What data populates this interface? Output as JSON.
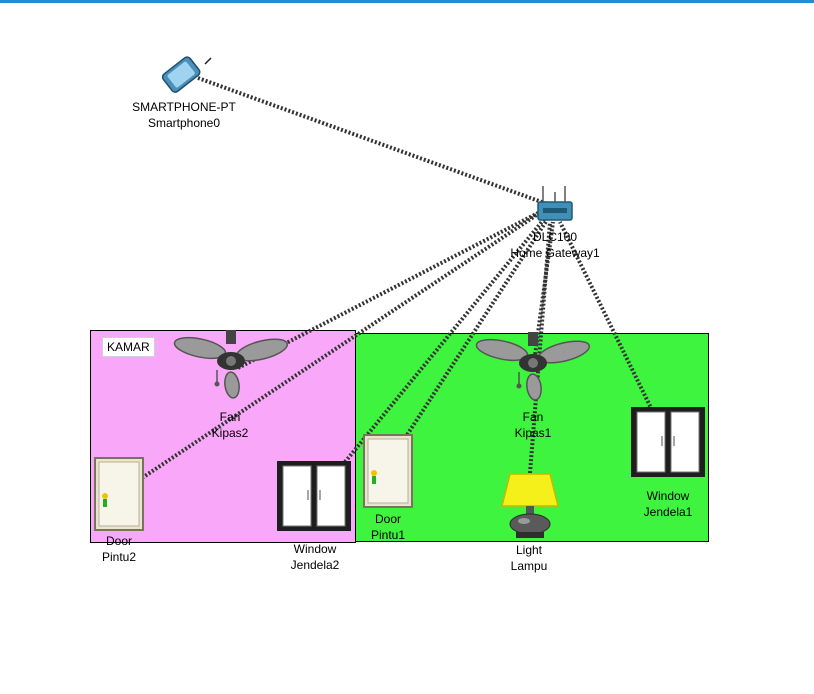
{
  "rooms": {
    "kamar": {
      "note": "KAMAR",
      "color": "#f9a8f9"
    },
    "living": {
      "color": "#3ef43e"
    }
  },
  "devices": {
    "smartphone": {
      "model": "SMARTPHONE-PT",
      "name": "Smartphone0"
    },
    "gateway": {
      "model": "DLC100",
      "name": "Home Gateway1"
    },
    "fan2": {
      "model": "Fan",
      "name": "Kipas2"
    },
    "fan1": {
      "model": "Fan",
      "name": "Kipas1"
    },
    "door2": {
      "model": "Door",
      "name": "Pintu2"
    },
    "door1": {
      "model": "Door",
      "name": "Pintu1"
    },
    "window2": {
      "model": "Window",
      "name": "Jendela2"
    },
    "window1": {
      "model": "Window",
      "name": "Jendela1"
    },
    "light": {
      "model": "Light",
      "name": "Lampu"
    }
  },
  "colors": {
    "accent_bar": "#1f8fcf",
    "link": "#333333"
  }
}
